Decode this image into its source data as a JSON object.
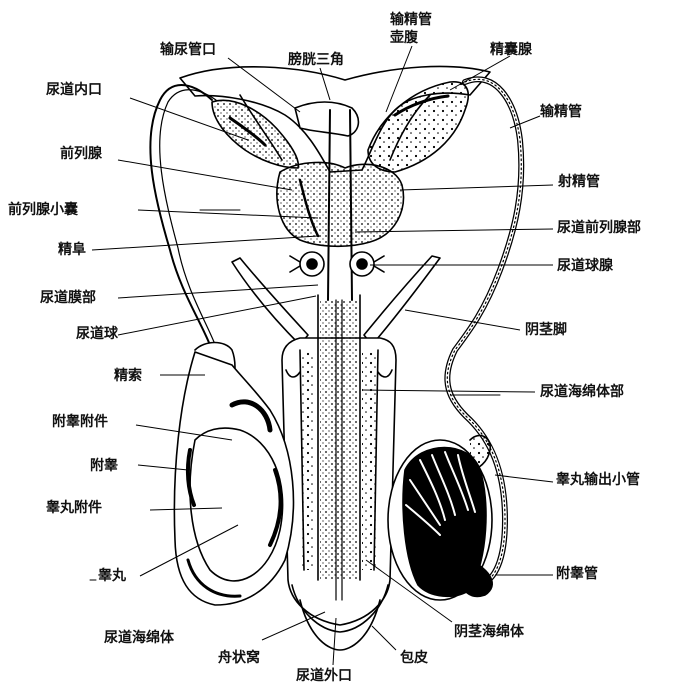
{
  "labels": {
    "vas_deferens_top": "输精管",
    "ampulla": "壶腹",
    "ureter_opening": "输尿管口",
    "trigone": "膀胱三角",
    "seminal_vesicle": "精囊腺",
    "internal_urethral_orifice": "尿道内口",
    "vas_deferens_right": "输精管",
    "prostate": "前列腺",
    "ejaculatory_duct": "射精管",
    "prostatic_utricle": "前列腺小囊",
    "prostatic_urethra": "尿道前列腺部",
    "seminal_colliculus": "精阜",
    "bulbourethral_gland": "尿道球腺",
    "membranous_urethra": "尿道膜部",
    "urethral_bulb": "尿道球",
    "crus_of_penis": "阴茎脚",
    "spermatic_cord": "精索",
    "spongy_urethra": "尿道海绵体部",
    "appendix_epididymis": "附睾附件",
    "epididymis": "附睾",
    "efferent_ductules": "睾丸输出小管",
    "appendix_testis": "睾丸附件",
    "ductus_epididymis": "附睾管",
    "testis": "睾丸",
    "corpus_spongiosum": "尿道海绵体",
    "corpus_cavernosum": "阴茎海绵体",
    "navicular_fossa": "舟状窝",
    "prepuce": "包皮",
    "external_urethral_orifice": "尿道外口"
  }
}
